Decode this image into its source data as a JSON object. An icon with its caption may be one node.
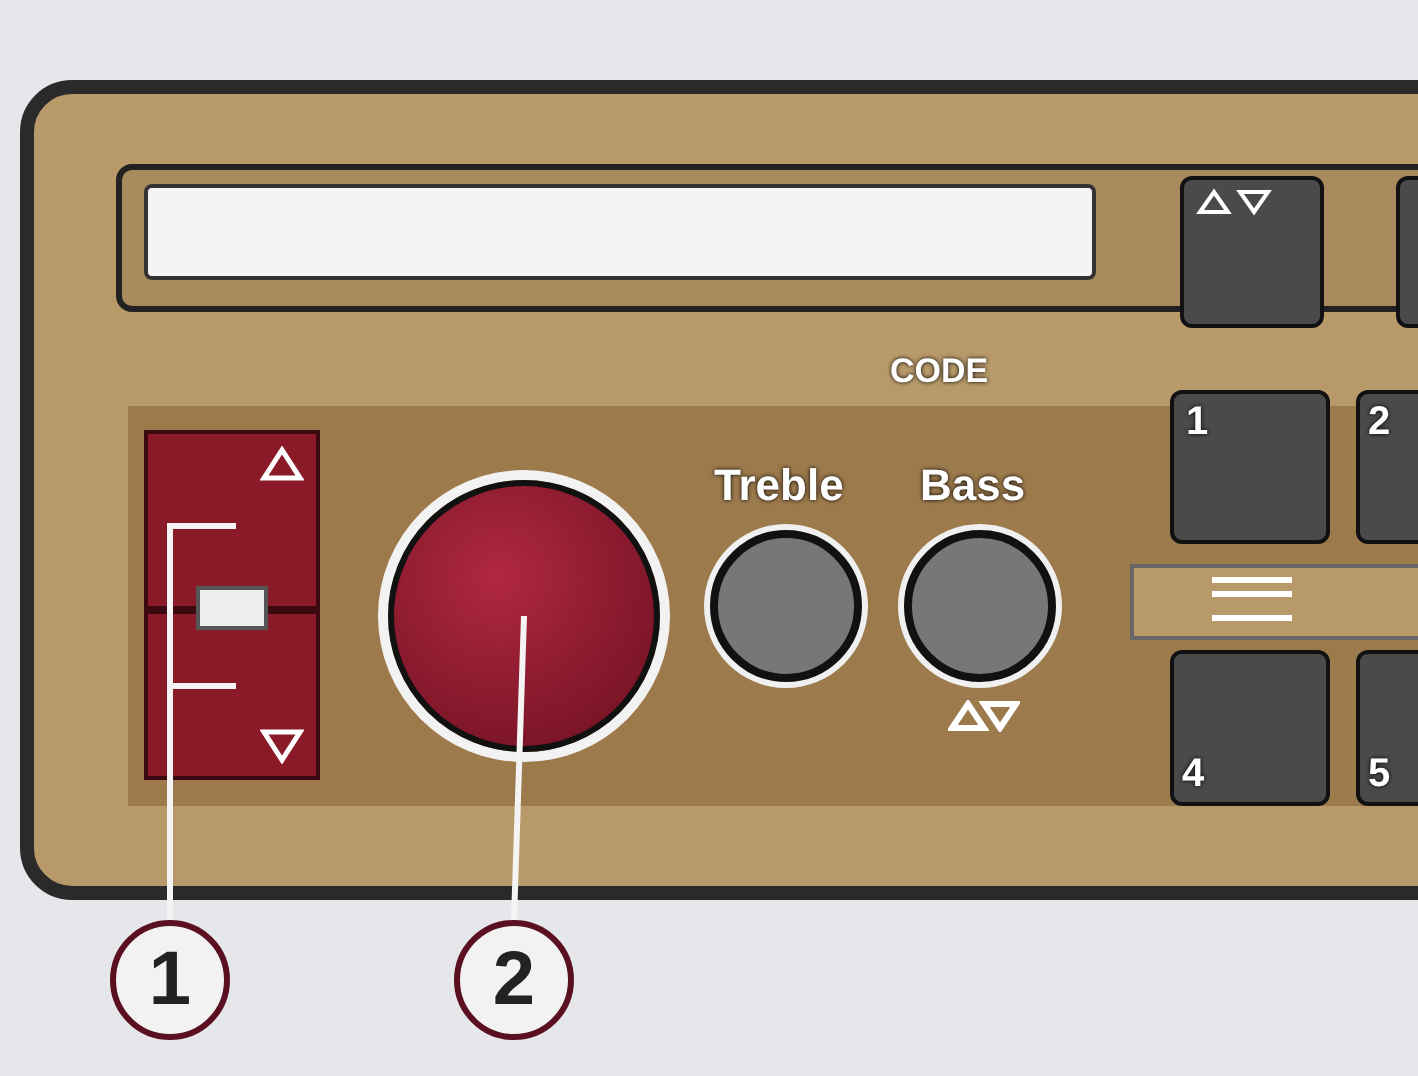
{
  "diagram": {
    "nodes": [
      {
        "text": [],
        "shape": "box"
      },
      {
        "text": [],
        "shape": "box"
      },
      {
        "text": [],
        "shape": "circle"
      },
      {
        "text": [
          "1"
        ]
      },
      {
        "text": [
          "2"
        ]
      }
    ],
    "edges": [
      {
        "from": 3,
        "to": 0,
        "arrow": "none"
      },
      {
        "from": 3,
        "to": 1,
        "arrow": "none"
      },
      {
        "from": 4,
        "to": 2,
        "arrow": "none"
      }
    ],
    "labels": [
      "CODE",
      "Treble",
      "Bass",
      "1",
      "2",
      "4",
      "5"
    ]
  }
}
